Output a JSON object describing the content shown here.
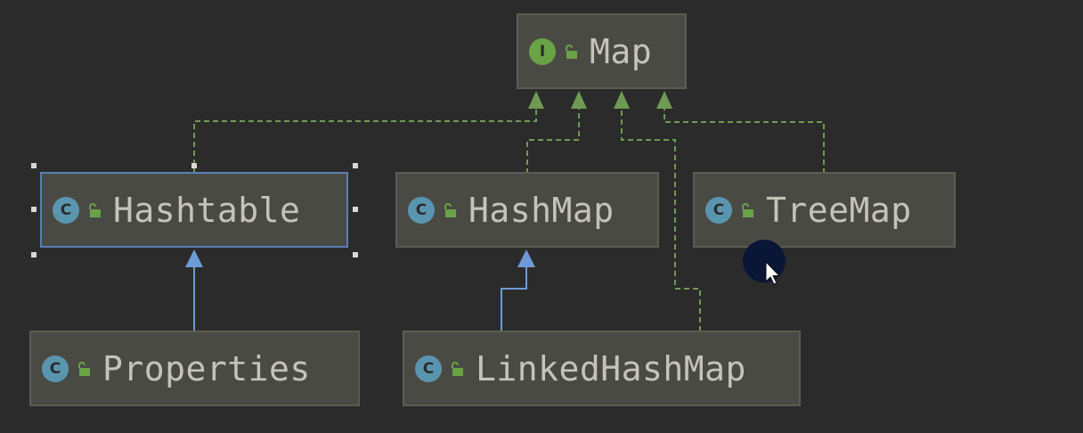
{
  "diagram": {
    "nodes": [
      {
        "id": "map",
        "label": "Map",
        "kind": "interface",
        "badge": "I"
      },
      {
        "id": "hashtable",
        "label": "Hashtable",
        "kind": "class",
        "badge": "C",
        "selected": true
      },
      {
        "id": "hashmap",
        "label": "HashMap",
        "kind": "class",
        "badge": "C"
      },
      {
        "id": "treemap",
        "label": "TreeMap",
        "kind": "class",
        "badge": "C"
      },
      {
        "id": "properties",
        "label": "Properties",
        "kind": "class",
        "badge": "C"
      },
      {
        "id": "linkedhashmap",
        "label": "LinkedHashMap",
        "kind": "class",
        "badge": "C"
      }
    ],
    "edges": [
      {
        "from": "hashtable",
        "to": "map",
        "type": "implements"
      },
      {
        "from": "hashmap",
        "to": "map",
        "type": "implements"
      },
      {
        "from": "linkedhashmap",
        "to": "map",
        "type": "implements"
      },
      {
        "from": "treemap",
        "to": "map",
        "type": "implements"
      },
      {
        "from": "properties",
        "to": "hashtable",
        "type": "extends"
      },
      {
        "from": "linkedhashmap",
        "to": "hashmap",
        "type": "extends"
      }
    ],
    "colors": {
      "background": "#2b2b2b",
      "node_fill": "#4a4a44",
      "implements_edge": "#6f9a53",
      "extends_edge": "#6e9bd6",
      "selection": "#5a7fb6"
    },
    "icons": {
      "class_badge": "class-c-icon",
      "interface_badge": "interface-i-icon",
      "visibility": "unlock-icon",
      "pointer": "mouse-cursor-icon"
    }
  }
}
